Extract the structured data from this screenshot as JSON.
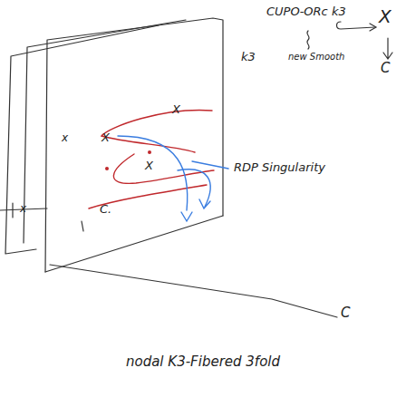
{
  "diagram": {
    "caption": "nodal K3-Fibered 3fold",
    "labels": [
      "CUPO-ORc k3",
      "X",
      "C",
      "k3",
      "new Smooth",
      "X",
      "X",
      "X",
      "x",
      "x",
      "C.",
      "RDP Singularity",
      "C"
    ]
  }
}
